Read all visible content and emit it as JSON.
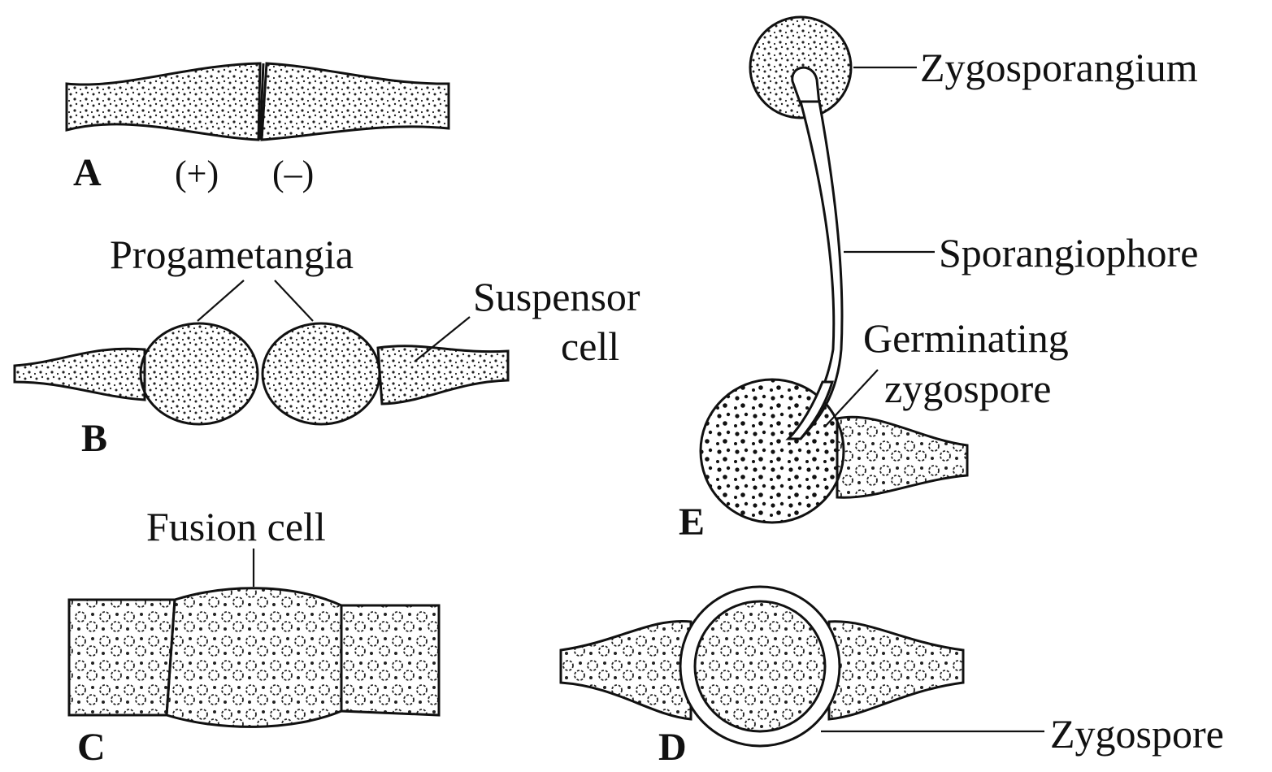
{
  "panels": {
    "A": {
      "letter": "A",
      "plus": "(+)",
      "minus": "(–)"
    },
    "B": {
      "letter": "B",
      "progametangia": "Progametangia",
      "suspensor_line1": "Suspensor",
      "suspensor_line2": "cell"
    },
    "C": {
      "letter": "C",
      "fusion_cell": "Fusion cell"
    },
    "D": {
      "letter": "D",
      "zygospore": "Zygospore"
    },
    "E": {
      "letter": "E",
      "zygosporangium": "Zygosporangium",
      "sporangiophore": "Sporangiophore",
      "germinating_line1": "Germinating",
      "germinating_line2": "zygospore"
    }
  }
}
